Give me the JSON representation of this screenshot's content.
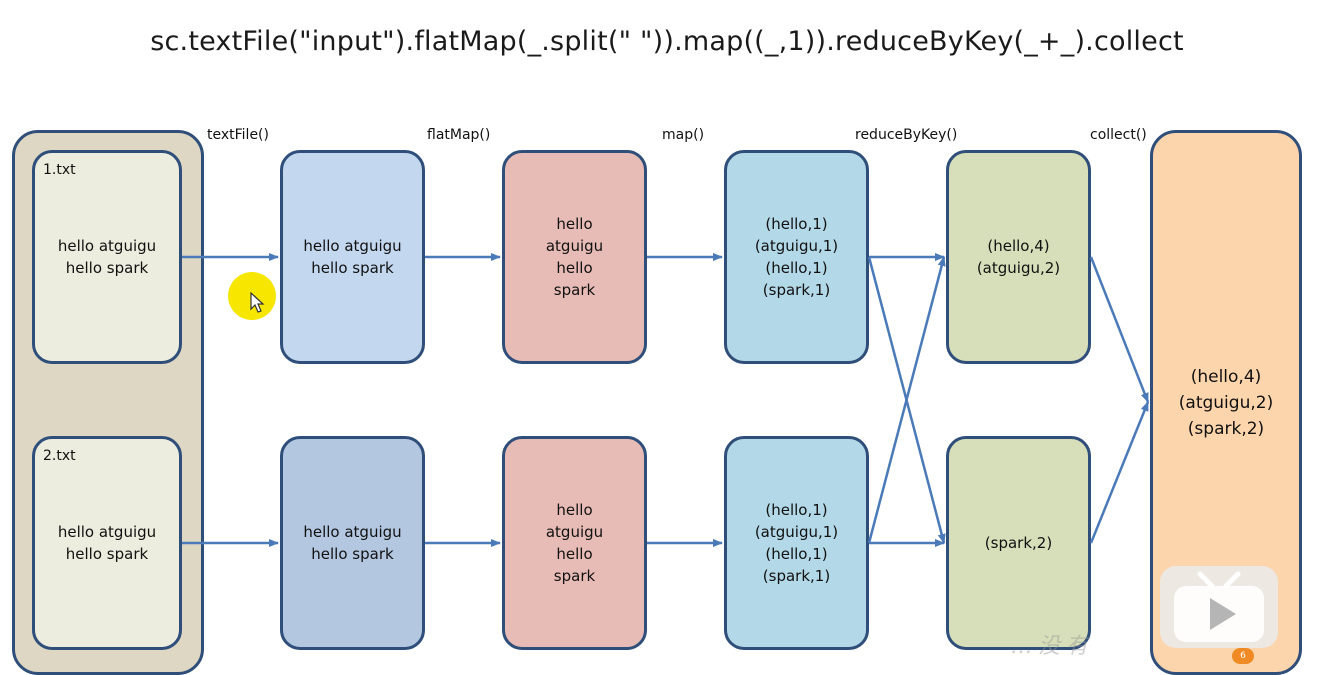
{
  "title": "sc.textFile(\"input\").flatMap(_.split(\" \")).map((_,1)).reduceByKey(_+_).collect",
  "op_labels": {
    "textFile": "textFile()",
    "flatMap": "flatMap()",
    "map": "map()",
    "reduceByKey": "reduceByKey()",
    "collect": "collect()"
  },
  "files": [
    {
      "name": "1.txt",
      "content": "hello atguigu\nhello spark"
    },
    {
      "name": "2.txt",
      "content": "hello atguigu\nhello spark"
    }
  ],
  "textfile_partitions": [
    "hello atguigu\nhello spark",
    "hello atguigu\nhello spark"
  ],
  "flatmap_partitions": [
    "hello\natguigu\nhello\nspark",
    "hello\natguigu\nhello\nspark"
  ],
  "map_partitions": [
    "(hello,1)\n(atguigu,1)\n(hello,1)\n(spark,1)",
    "(hello,1)\n(atguigu,1)\n(hello,1)\n(spark,1)"
  ],
  "reduce_partitions": [
    "(hello,4)\n(atguigu,2)",
    "(spark,2)"
  ],
  "collect_result": "(hello,4)\n(atguigu,2)\n(spark,2)",
  "colors": {
    "border": "#2f4e79",
    "input_outer": "#ddd7c3",
    "file": "#ecedde",
    "textfile_top": "#c3d7ee",
    "textfile_bottom": "#b3c7e0",
    "flatmap": "#e8bcb6",
    "map": "#b3d9e8",
    "reduce": "#d6dfb9",
    "collect": "#fdd5ad",
    "arrow": "#4a7ab8"
  },
  "watermark": "…没有"
}
